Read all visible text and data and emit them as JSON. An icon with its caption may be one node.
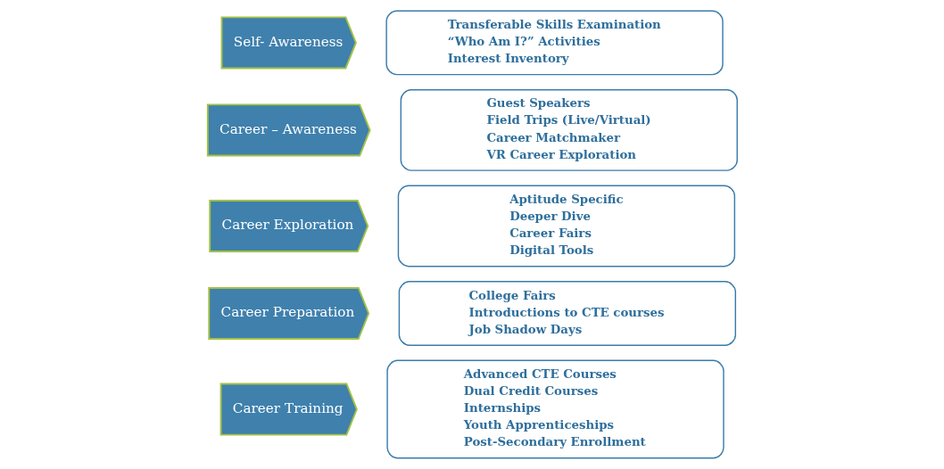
{
  "diagram": {
    "nodes": [
      {
        "text": [
          "Self- Awareness"
        ]
      },
      {
        "text": [
          "Transferable Skills Examination",
          "“Who Am I?” Activities",
          "Interest Inventory"
        ]
      },
      {
        "text": [
          "Career – Awareness"
        ]
      },
      {
        "text": [
          "Guest Speakers",
          "Field Trips (Live/Virtual)",
          "Career Matchmaker",
          "VR Career Exploration"
        ]
      },
      {
        "text": [
          "Career Exploration"
        ]
      },
      {
        "text": [
          "Aptitude Specific",
          "Deeper Dive",
          "Career Fairs",
          "Digital Tools"
        ]
      },
      {
        "text": [
          "Career Preparation"
        ]
      },
      {
        "text": [
          "College Fairs",
          "Introductions to CTE courses",
          "Job Shadow Days"
        ]
      },
      {
        "text": [
          "Career Training"
        ]
      },
      {
        "text": [
          "Advanced CTE Courses",
          "Dual Credit Courses",
          "Internships",
          "Youth Apprenticeships",
          "Post-Secondary Enrollment"
        ]
      }
    ],
    "edges": []
  }
}
